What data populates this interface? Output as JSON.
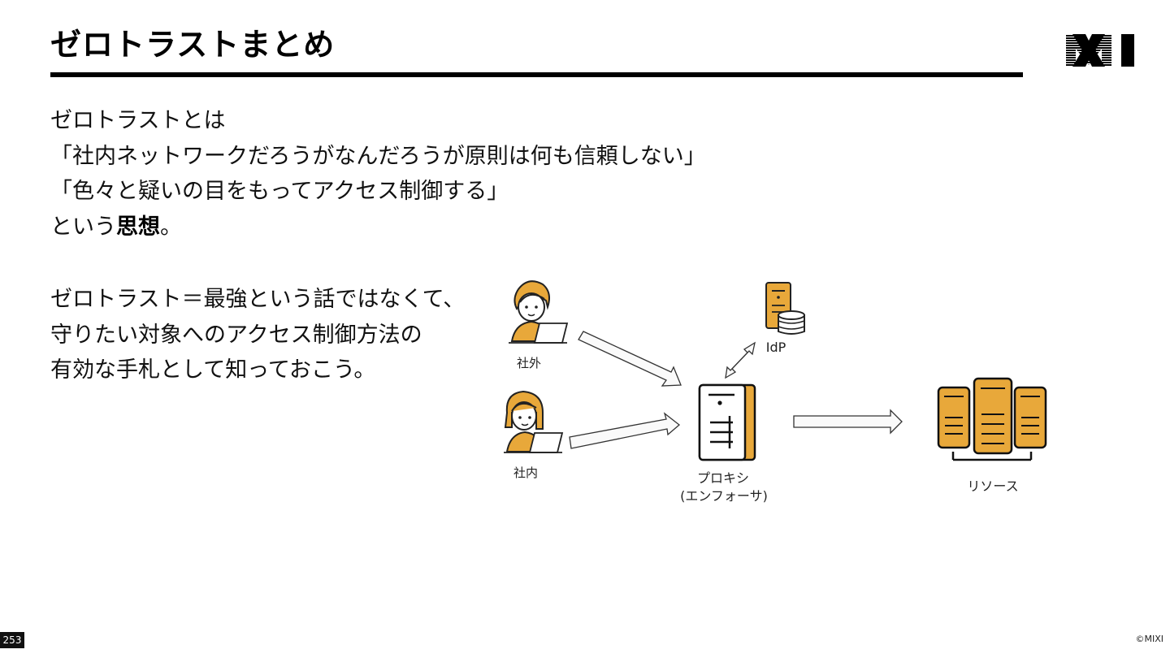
{
  "slide": {
    "title": "ゼロトラストまとめ",
    "page_number": "253",
    "copyright": "©MIXI",
    "brand_color": "#000000",
    "accent_color": "#E8A83A"
  },
  "logo": {
    "name": "MIXI logo"
  },
  "body": {
    "para1": {
      "line1": "ゼロトラストとは",
      "line2": "「社内ネットワークだろうがなんだろうが原則は何も信頼しない」",
      "line3": "「色々と疑いの目をもってアクセス制御する」",
      "line4_prefix": "という",
      "line4_bold": "思想",
      "line4_suffix": "。"
    },
    "para2": {
      "line1": "ゼロトラスト＝最強という話ではなくて、",
      "line2": "守りたい対象へのアクセス制御方法の",
      "line3": "有効な手札として知っておこう。"
    }
  },
  "diagram": {
    "user_outside_label": "社外",
    "user_inside_label": "社内",
    "idp_label": "IdP",
    "proxy_label_line1": "プロキシ",
    "proxy_label_line2": "(エンフォーサ)",
    "resource_label": "リソース",
    "icons": [
      "person-laptop-icon",
      "server-icon",
      "database-icon",
      "server-cluster-icon"
    ]
  }
}
